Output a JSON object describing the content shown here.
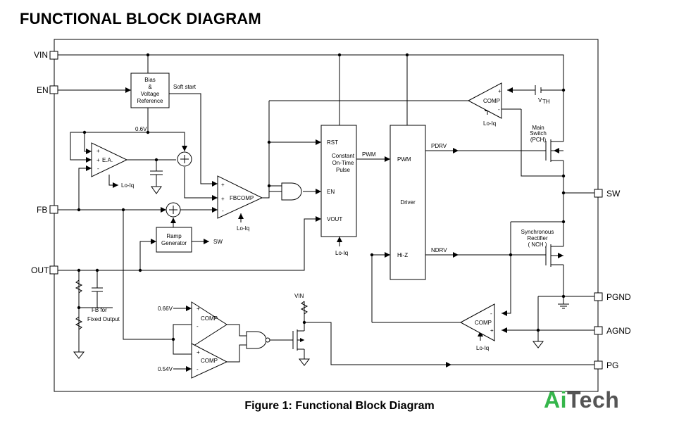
{
  "title": "FUNCTIONAL BLOCK DIAGRAM",
  "caption": "Figure 1: Functional Block Diagram",
  "logo": {
    "part1": "Ai",
    "part2": "Tech",
    "colors": {
      "ai": "#35b64b",
      "tech": "#555555"
    }
  },
  "pins": {
    "vin": "VIN",
    "en": "EN",
    "fb": "FB",
    "out": "OUT",
    "sw": "SW",
    "pgnd": "PGND",
    "agnd": "AGND",
    "pg": "PG"
  },
  "blocks": {
    "bias": [
      "Bias",
      "&",
      "Voltage",
      "Reference"
    ],
    "ramp": [
      "Ramp",
      "Generator"
    ],
    "cot": {
      "rst": "RST",
      "lines": [
        "Constant",
        "On-Time",
        "Pulse"
      ],
      "en": "EN",
      "vout": "VOUT"
    },
    "driver": {
      "pwm": "PWM",
      "label": "Driver",
      "hiz": "Hi-Z"
    }
  },
  "labels": {
    "soft_start": "Soft start",
    "v06": "0.6V",
    "ea": "E.A.",
    "fbcomp": "FBCOMP",
    "comp": "COMP",
    "lo_iq": "Lo-Iq",
    "sw": "SW",
    "pwm": "PWM",
    "pdrv": "PDRV",
    "ndrv": "NDRV",
    "vth": "V",
    "vth_sub": "TH",
    "main_switch": [
      "Main",
      "Switch",
      "(PCH)"
    ],
    "sync_rect": [
      "Synchronous",
      "Rectifier",
      "( NCH )"
    ],
    "fb_for": "FB for",
    "fixed_output": "Fixed Output",
    "v066": "0.66V",
    "v054": "0.54V",
    "vin_small": "VIN",
    "plus": "+",
    "minus": "-"
  }
}
